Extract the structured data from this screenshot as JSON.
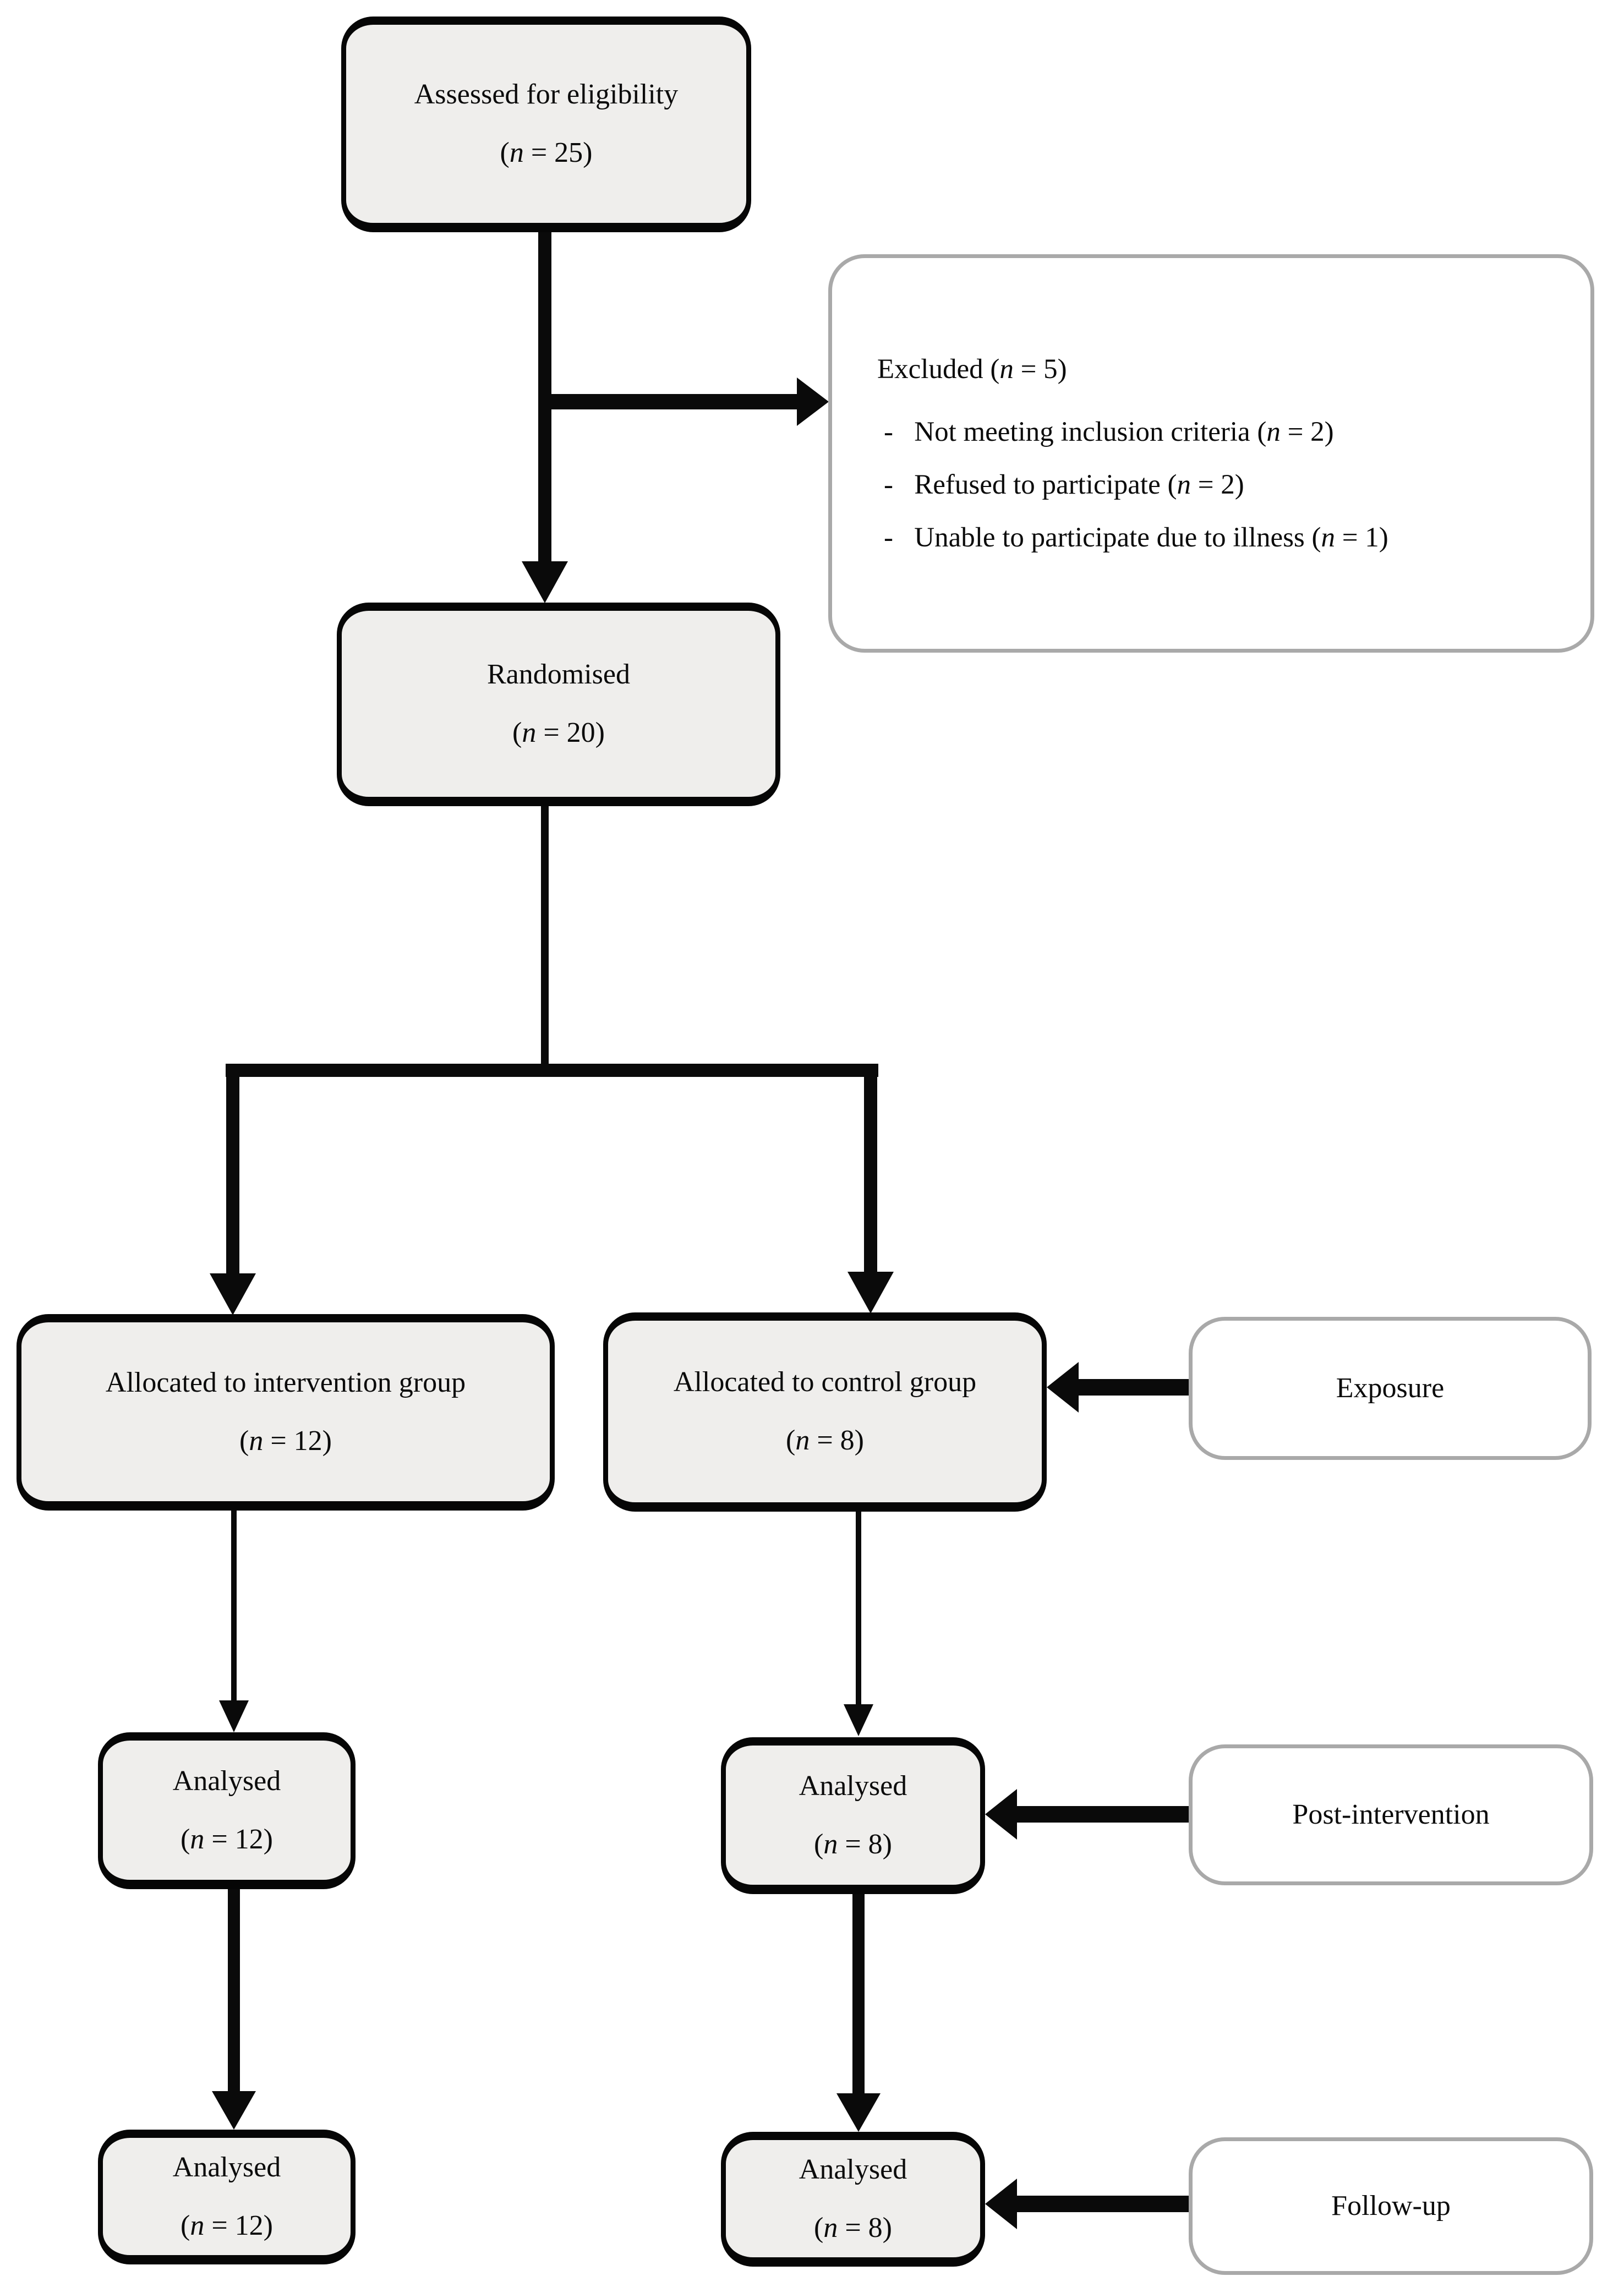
{
  "diagram": {
    "title_hint": "CONSORT participant flow diagram",
    "colors": {
      "background": "#ffffff",
      "node_fill": "#efeeec",
      "node_border": "#060606",
      "side_node_border": "#a9a9a9",
      "connector": "#0a0a0a"
    },
    "boxes": {
      "assessed": {
        "label": "Assessed for eligibility",
        "n": "(n = 25)"
      },
      "excluded": {
        "title": "Excluded (n = 5)",
        "items": [
          "-   Not meeting inclusion criteria (n = 2)",
          "-   Refused to participate (n = 2)",
          "-   Unable to participate due to illness (n = 1)"
        ]
      },
      "randomised": {
        "label": "Randomised",
        "n": "(n = 20)"
      },
      "intervention": {
        "label": "Allocated to intervention group",
        "n": "(n = 12)"
      },
      "control": {
        "label": "Allocated to control group",
        "n": "(n = 8)"
      },
      "exposure": {
        "label": "Exposure"
      },
      "analysed_intervention_post": {
        "label": "Analysed",
        "n": "(n = 12)"
      },
      "analysed_control_post": {
        "label": "Analysed",
        "n": "(n = 8)"
      },
      "post_intervention": {
        "label": "Post-intervention"
      },
      "analysed_intervention_followup": {
        "label": "Analysed",
        "n": "(n = 12)"
      },
      "analysed_control_followup": {
        "label": "Analysed",
        "n": "(n = 8)"
      },
      "follow_up": {
        "label": "Follow-up"
      }
    }
  }
}
